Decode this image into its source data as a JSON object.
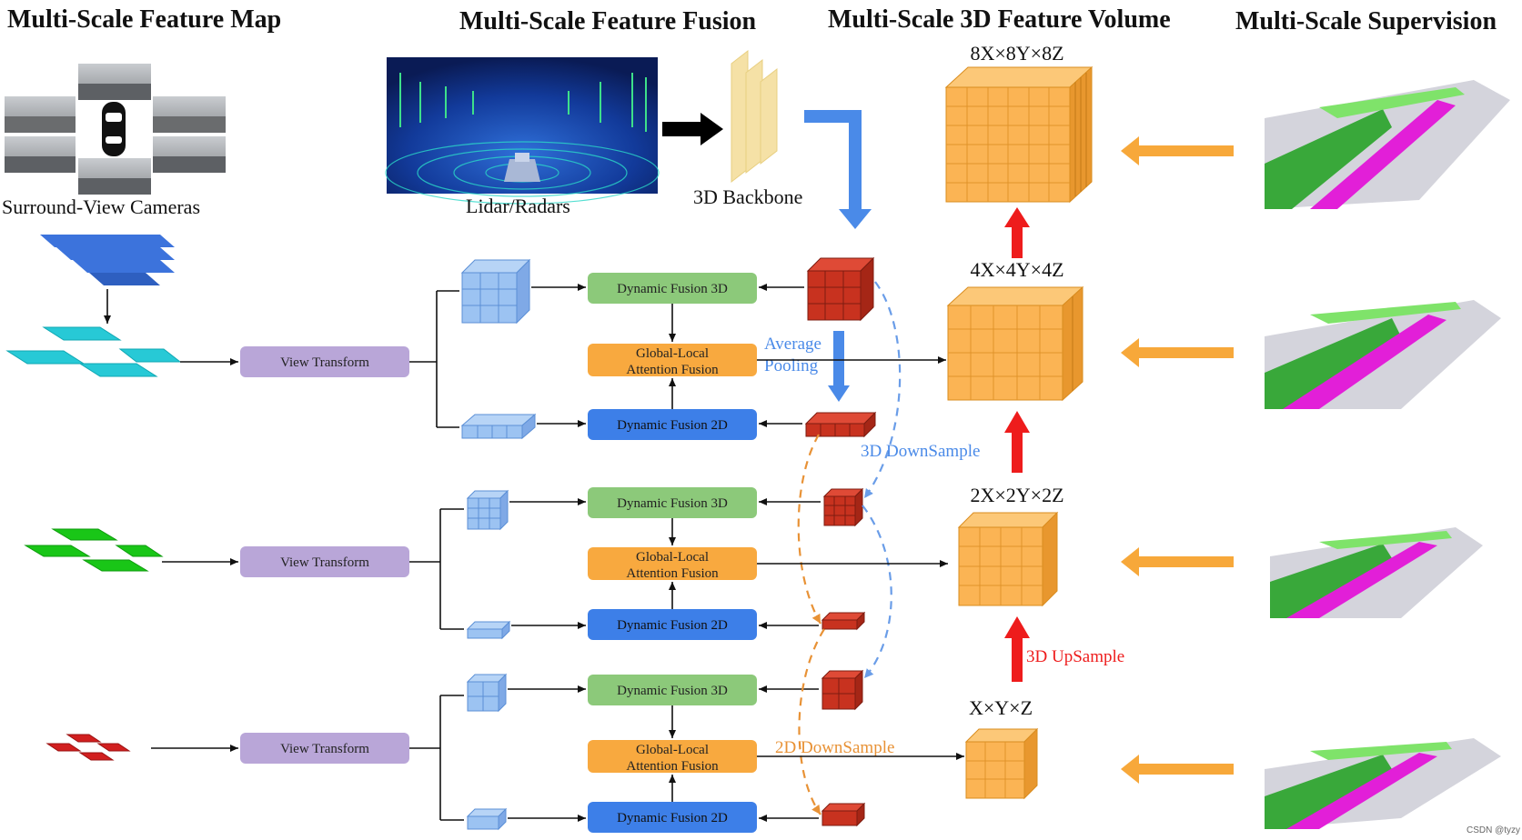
{
  "headings": {
    "col1": "Multi-Scale Feature Map",
    "col2": "Multi-Scale Feature Fusion",
    "col3": "Multi-Scale 3D Feature Volume",
    "col4": "Multi-Scale Supervision"
  },
  "inputs": {
    "cameras_caption": "Surround-View Cameras",
    "lidar_caption": "Lidar/Radars",
    "backbone_caption": "3D Backbone"
  },
  "blocks": {
    "view_transform": "View Transform",
    "dyn3d": "Dynamic Fusion 3D",
    "dyn2d": "Dynamic Fusion 2D",
    "glf_line1": "Global-Local",
    "glf_line2": "Attention Fusion"
  },
  "volumes": {
    "v8": "8X×8Y×8Z",
    "v4": "4X×4Y×4Z",
    "v2": "2X×2Y×2Z",
    "v1": "X×Y×Z"
  },
  "annotations": {
    "avg_pool_1": "Average",
    "avg_pool_2": "Pooling",
    "down3d": "3D DownSample",
    "down2d": "2D DownSample",
    "up3d": "3D UpSample"
  },
  "watermark": "CSDN @tyzy",
  "colors": {
    "view_transform": "#b9a6d8",
    "dyn3d": "#8cc97a",
    "dyn2d": "#3d7fe8",
    "glf": "#f8a93f",
    "volume": "#fbb454",
    "red_cube": "#c8321f",
    "blue_cube": "#9cc3f2",
    "blue_arrow": "#4a8ae8",
    "orange_arrow": "#f7a83a",
    "red_arrow": "#ee1c1c"
  }
}
